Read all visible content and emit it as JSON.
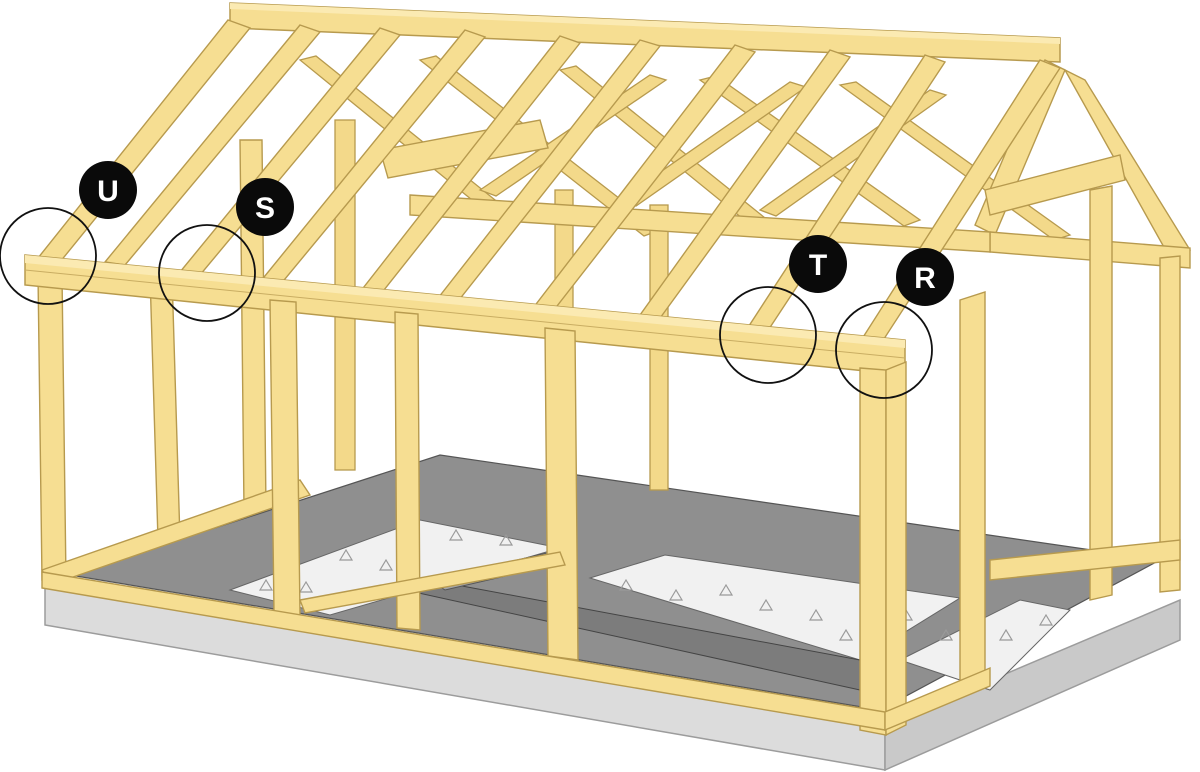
{
  "colors": {
    "wood": "#f6de92",
    "wood_light": "#fbeab2",
    "wood_dark": "#e6c470",
    "wood_line": "#b79a4e",
    "slab": "#dcdcdc",
    "slab_side": "#c7c7c7",
    "floor_gray": "#8f8f8f",
    "floor_gray_dark": "#7a7a7a",
    "gravel": "#f1f1f1",
    "gravel_mark": "#9a9a9a",
    "callout_ring": "#111111",
    "badge_fill": "#0a0a0a",
    "badge_text": "#ffffff"
  },
  "callouts": [
    {
      "id": "U",
      "label": "U"
    },
    {
      "id": "S",
      "label": "S"
    },
    {
      "id": "T",
      "label": "T"
    },
    {
      "id": "R",
      "label": "R"
    }
  ]
}
